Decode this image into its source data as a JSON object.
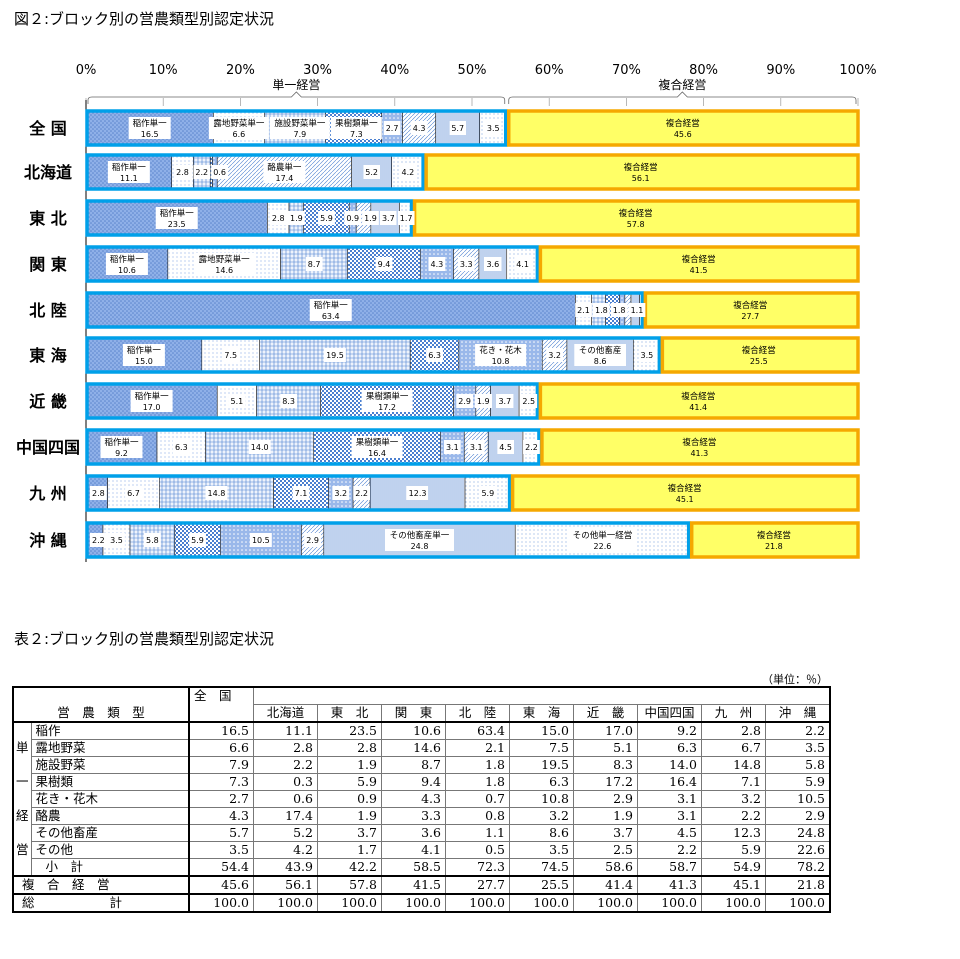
{
  "figure_title": "図２:ブロック別の営農類型別認定状況",
  "table_title": "表２:ブロック別の営農類型別認定状況",
  "colors": {
    "single_outline": "#00a0e9",
    "complex_outline": "#f5a800",
    "complex_fill": "#ffff66",
    "pattern_blue": "#4a7fd0"
  },
  "chart_data": {
    "type": "bar",
    "orientation": "horizontal-stacked-100",
    "x_ticks": [
      "0%",
      "10%",
      "20%",
      "30%",
      "40%",
      "50%",
      "60%",
      "70%",
      "80%",
      "90%",
      "100%"
    ],
    "xlim": [
      0,
      100
    ],
    "group_labels": {
      "single": "単一経営",
      "complex": "複合経営"
    },
    "categories": [
      "全 国",
      "北海道",
      "東 北",
      "関 東",
      "北 陸",
      "東 海",
      "近 畿",
      "中国四国",
      "九 州",
      "沖 縄"
    ],
    "rows": [
      {
        "values": [
          16.5,
          6.6,
          7.9,
          7.3,
          2.7,
          4.3,
          5.7,
          3.5,
          45.6
        ],
        "names": [
          "稲作単一",
          "露地野菜単一",
          "施設野菜単一",
          "果樹類単一",
          "",
          "",
          "",
          "",
          "複合経営"
        ],
        "hidden": []
      },
      {
        "values": [
          11.1,
          2.8,
          2.2,
          0.3,
          0.6,
          17.4,
          5.2,
          4.2,
          56.1
        ],
        "names": [
          "稲作単一",
          "",
          "",
          "",
          "",
          "酪農単一",
          "",
          "",
          "複合経営"
        ],
        "hidden": [
          3
        ]
      },
      {
        "values": [
          23.5,
          2.8,
          1.9,
          5.9,
          0.9,
          1.9,
          3.7,
          1.7,
          57.8
        ],
        "names": [
          "稲作単一",
          "",
          "",
          "",
          "",
          "",
          "",
          "",
          "複合経営"
        ],
        "hidden": []
      },
      {
        "values": [
          10.6,
          14.6,
          8.7,
          9.4,
          4.3,
          3.3,
          3.6,
          4.1,
          41.5
        ],
        "names": [
          "稲作単一",
          "露地野菜単一",
          "",
          "",
          "",
          "",
          "",
          "",
          "複合経営"
        ],
        "hidden": []
      },
      {
        "values": [
          63.4,
          2.1,
          1.8,
          1.8,
          0.7,
          0.8,
          1.1,
          0.5,
          27.7
        ],
        "names": [
          "稲作単一",
          "",
          "",
          "",
          "",
          "",
          "",
          "",
          "複合経営"
        ],
        "hidden": [
          4,
          5,
          7
        ]
      },
      {
        "values": [
          15.0,
          7.5,
          19.5,
          6.3,
          10.8,
          3.2,
          8.6,
          3.5,
          25.5
        ],
        "names": [
          "稲作単一",
          "",
          "",
          "",
          "花き・花木",
          "",
          "その他畜産",
          "",
          "複合経営"
        ],
        "hidden": []
      },
      {
        "values": [
          17.0,
          5.1,
          8.3,
          17.2,
          2.9,
          1.9,
          3.7,
          2.5,
          41.4
        ],
        "names": [
          "稲作単一",
          "",
          "",
          "果樹類単一",
          "",
          "",
          "",
          "",
          "複合経営"
        ],
        "hidden": []
      },
      {
        "values": [
          9.2,
          6.3,
          14.0,
          16.4,
          3.1,
          3.1,
          4.5,
          2.2,
          41.3
        ],
        "names": [
          "稲作単一",
          "",
          "",
          "果樹類単一",
          "",
          "",
          "",
          "",
          "複合経営"
        ],
        "hidden": []
      },
      {
        "values": [
          2.8,
          6.7,
          14.8,
          7.1,
          3.2,
          2.2,
          12.3,
          5.9,
          45.1
        ],
        "names": [
          "",
          "",
          "",
          "",
          "",
          "",
          "",
          "",
          "複合経営"
        ],
        "hidden": []
      },
      {
        "values": [
          2.2,
          3.5,
          5.8,
          5.9,
          10.5,
          2.9,
          24.8,
          22.6,
          21.8
        ],
        "names": [
          "",
          "",
          "",
          "",
          "",
          "",
          "その他畜産単一",
          "その他単一経営",
          "複合経営"
        ],
        "hidden": []
      }
    ]
  },
  "table": {
    "unit": "（単位：％）",
    "corner_label": "営　農　類　型",
    "national": "全　国",
    "regions": [
      "北海道",
      "東　北",
      "関　東",
      "北　陸",
      "東　海",
      "近　畿",
      "中国四国",
      "九　州",
      "沖　縄"
    ],
    "single_group_chars": [
      "単",
      "一",
      "経",
      "営"
    ],
    "rows": [
      {
        "label": "稲作",
        "values": [
          "16.5",
          "11.1",
          "23.5",
          "10.6",
          "63.4",
          "15.0",
          "17.0",
          "9.2",
          "2.8",
          "2.2"
        ]
      },
      {
        "label": "露地野菜",
        "values": [
          "6.6",
          "2.8",
          "2.8",
          "14.6",
          "2.1",
          "7.5",
          "5.1",
          "6.3",
          "6.7",
          "3.5"
        ]
      },
      {
        "label": "施設野菜",
        "values": [
          "7.9",
          "2.2",
          "1.9",
          "8.7",
          "1.8",
          "19.5",
          "8.3",
          "14.0",
          "14.8",
          "5.8"
        ]
      },
      {
        "label": "果樹類",
        "values": [
          "7.3",
          "0.3",
          "5.9",
          "9.4",
          "1.8",
          "6.3",
          "17.2",
          "16.4",
          "7.1",
          "5.9"
        ]
      },
      {
        "label": "花き・花木",
        "values": [
          "2.7",
          "0.6",
          "0.9",
          "4.3",
          "0.7",
          "10.8",
          "2.9",
          "3.1",
          "3.2",
          "10.5"
        ]
      },
      {
        "label": "酪農",
        "values": [
          "4.3",
          "17.4",
          "1.9",
          "3.3",
          "0.8",
          "3.2",
          "1.9",
          "3.1",
          "2.2",
          "2.9"
        ]
      },
      {
        "label": "その他畜産",
        "values": [
          "5.7",
          "5.2",
          "3.7",
          "3.6",
          "1.1",
          "8.6",
          "3.7",
          "4.5",
          "12.3",
          "24.8"
        ]
      },
      {
        "label": "その他",
        "values": [
          "3.5",
          "4.2",
          "1.7",
          "4.1",
          "0.5",
          "3.5",
          "2.5",
          "2.2",
          "5.9",
          "22.6"
        ]
      }
    ],
    "subtotal": {
      "label": "小　計",
      "values": [
        "54.4",
        "43.9",
        "42.2",
        "58.5",
        "72.3",
        "74.5",
        "58.6",
        "58.7",
        "54.9",
        "78.2"
      ]
    },
    "complex": {
      "label": "複　合　経　営",
      "values": [
        "45.6",
        "56.1",
        "57.8",
        "41.5",
        "27.7",
        "25.5",
        "41.4",
        "41.3",
        "45.1",
        "21.8"
      ]
    },
    "total": {
      "label": "総　　　　　　計",
      "values": [
        "100.0",
        "100.0",
        "100.0",
        "100.0",
        "100.0",
        "100.0",
        "100.0",
        "100.0",
        "100.0",
        "100.0"
      ]
    }
  }
}
